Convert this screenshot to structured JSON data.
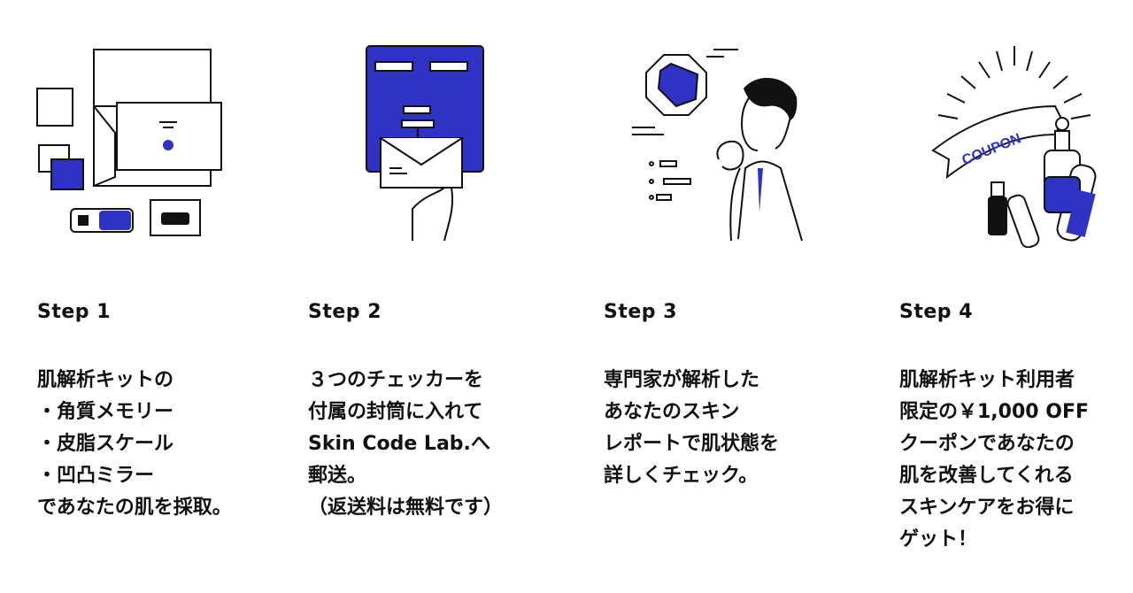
{
  "accent_color": "#2f32c4",
  "steps": [
    {
      "title": "Step 1",
      "lines": [
        "肌解析キットの",
        "・角質メモリー",
        "・皮脂スケール",
        "・凹凸ミラー",
        "であなたの肌を採取。"
      ],
      "icon": "skin-analysis-kit-icon"
    },
    {
      "title": "Step 2",
      "lines": [
        "３つのチェッカーを",
        "付属の封筒に入れて",
        "Skin Code Lab.へ",
        "郵送。",
        "（返送料は無料です）"
      ],
      "icon": "mail-envelope-icon"
    },
    {
      "title": "Step 3",
      "lines": [
        "専門家が解析した",
        "あなたのスキン",
        "レポートで肌状態を",
        "詳しくチェック。"
      ],
      "icon": "expert-analysis-icon"
    },
    {
      "title": "Step 4",
      "lines": [
        "肌解析キット利用者",
        "限定の￥1,000 OFF",
        "クーポンであなたの",
        "肌を改善してくれる",
        "スキンケアをお得に",
        "ゲット！"
      ],
      "icon": "coupon-skincare-icon",
      "coupon_text": "COUPON"
    }
  ]
}
